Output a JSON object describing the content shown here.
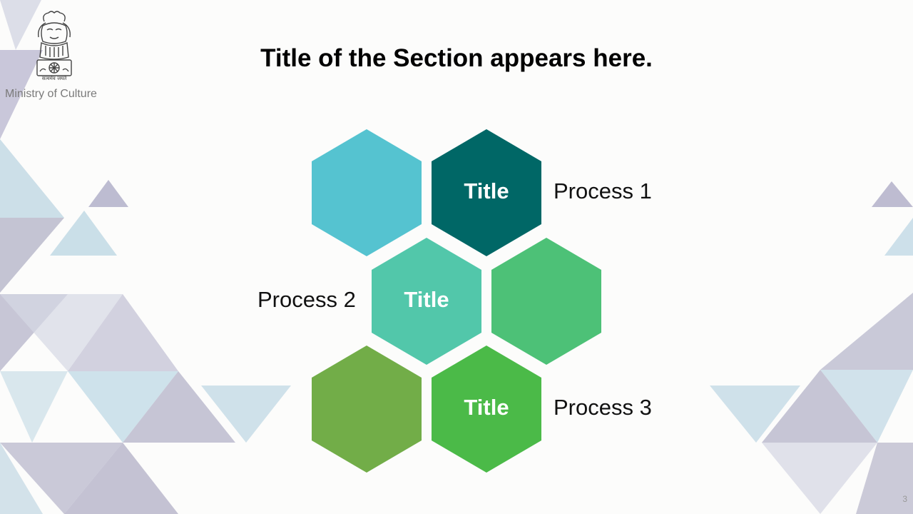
{
  "header": {
    "motto": "सत्यमेव जयते",
    "ministry": "Ministry of Culture",
    "title": "Title of the Section appears here."
  },
  "diagram": {
    "hexagons": [
      {
        "title": "",
        "color": "#55c3d0"
      },
      {
        "title": "Title",
        "color": "#006766"
      },
      {
        "title": "Title",
        "color": "#52c7aa"
      },
      {
        "title": "",
        "color": "#4dc177"
      },
      {
        "title": "",
        "color": "#72ad48"
      },
      {
        "title": "Title",
        "color": "#4bba48"
      }
    ],
    "processes": [
      "Process 1",
      "Process 2",
      "Process 3"
    ]
  },
  "footer": {
    "slide_number": "3"
  }
}
